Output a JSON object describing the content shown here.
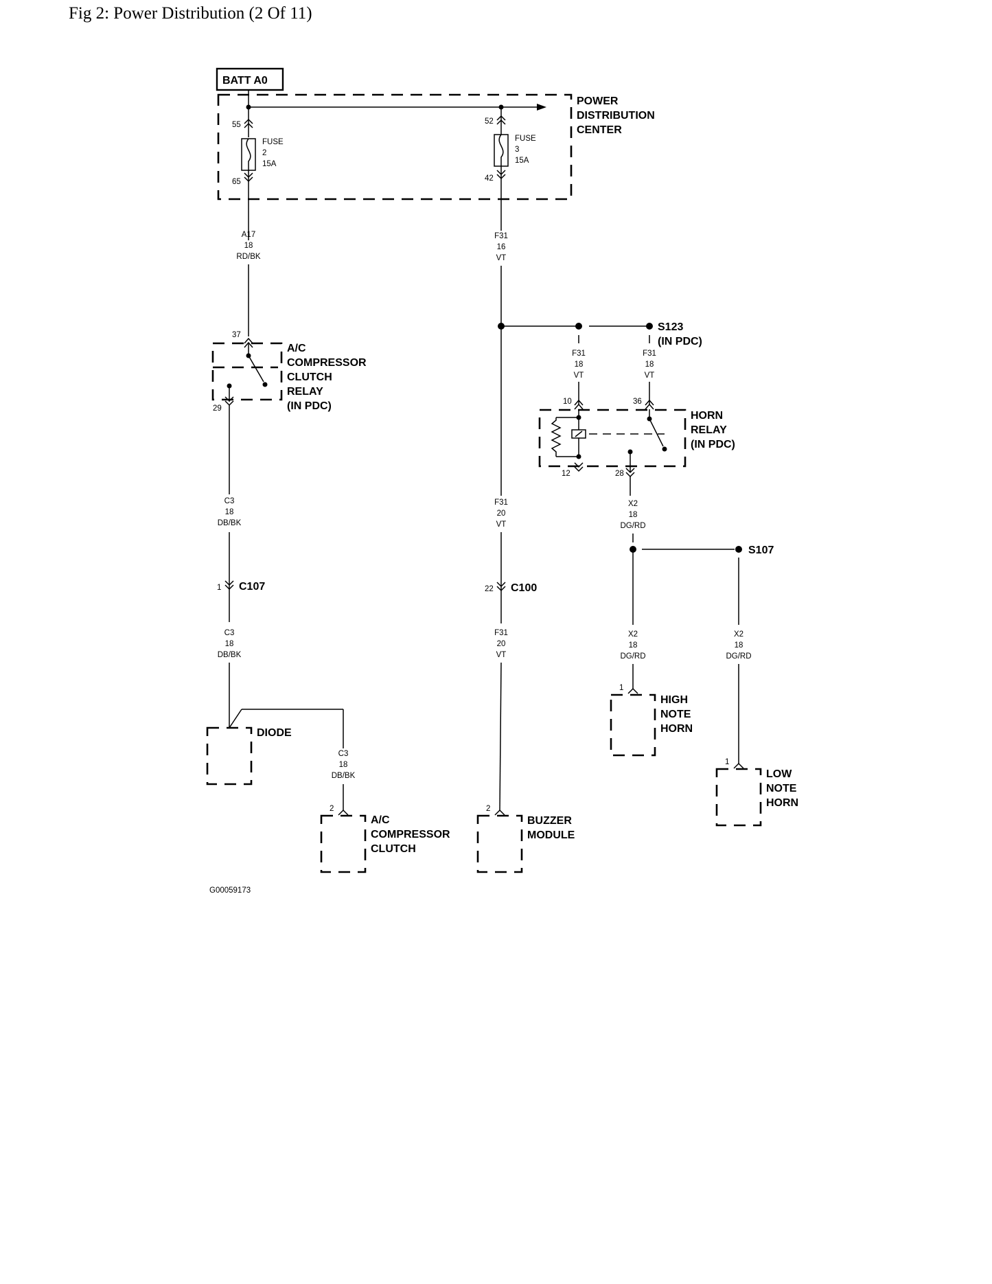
{
  "caption": "Fig 2: Power Distribution (2 Of 11)",
  "batt_label": "BATT A0",
  "pdc": {
    "line1": "POWER",
    "line2": "DISTRIBUTION",
    "line3": "CENTER"
  },
  "fuse2": {
    "top_pin": "55",
    "bottom_pin": "65",
    "l1": "FUSE",
    "l2": "2",
    "l3": "15A"
  },
  "fuse3": {
    "top_pin": "52",
    "bottom_pin": "42",
    "l1": "FUSE",
    "l2": "3",
    "l3": "15A"
  },
  "wire_a17": {
    "c": "A17",
    "g": "18",
    "col": "RD/BK"
  },
  "wire_f31_16": {
    "c": "F31",
    "g": "16",
    "col": "VT"
  },
  "s123": {
    "name": "S123",
    "sub": "(IN PDC)"
  },
  "wire_f31_relay_l": {
    "c": "F31",
    "g": "18",
    "col": "VT"
  },
  "wire_f31_relay_r": {
    "c": "F31",
    "g": "18",
    "col": "VT"
  },
  "ac_relay": {
    "pin_top": "37",
    "pin_bottom": "29",
    "l1": "A/C",
    "l2": "COMPRESSOR",
    "l3": "CLUTCH",
    "l4": "RELAY",
    "l5": "(IN PDC)"
  },
  "horn_relay": {
    "pin_10": "10",
    "pin_36": "36",
    "pin_12": "12",
    "pin_28": "28",
    "l1": "HORN",
    "l2": "RELAY",
    "l3": "(IN PDC)"
  },
  "wire_c3_a": {
    "c": "C3",
    "g": "18",
    "col": "DB/BK"
  },
  "wire_c3_b": {
    "c": "C3",
    "g": "18",
    "col": "DB/BK"
  },
  "wire_c3_c": {
    "c": "C3",
    "g": "18",
    "col": "DB/BK"
  },
  "wire_f31_20a": {
    "c": "F31",
    "g": "20",
    "col": "VT"
  },
  "wire_f31_20b": {
    "c": "F31",
    "g": "20",
    "col": "VT"
  },
  "wire_x2_a": {
    "c": "X2",
    "g": "18",
    "col": "DG/RD"
  },
  "wire_x2_b": {
    "c": "X2",
    "g": "18",
    "col": "DG/RD"
  },
  "wire_x2_c": {
    "c": "X2",
    "g": "18",
    "col": "DG/RD"
  },
  "s107": "S107",
  "c107": {
    "pin": "1",
    "name": "C107"
  },
  "c100": {
    "pin": "22",
    "name": "C100"
  },
  "diode": "DIODE",
  "ac_clutch": {
    "pin": "2",
    "l1": "A/C",
    "l2": "COMPRESSOR",
    "l3": "CLUTCH"
  },
  "buzzer": {
    "pin": "2",
    "l1": "BUZZER",
    "l2": "MODULE"
  },
  "high_horn": {
    "pin": "1",
    "l1": "HIGH",
    "l2": "NOTE",
    "l3": "HORN"
  },
  "low_horn": {
    "pin": "1",
    "l1": "LOW",
    "l2": "NOTE",
    "l3": "HORN"
  },
  "figure_id": "G00059173"
}
